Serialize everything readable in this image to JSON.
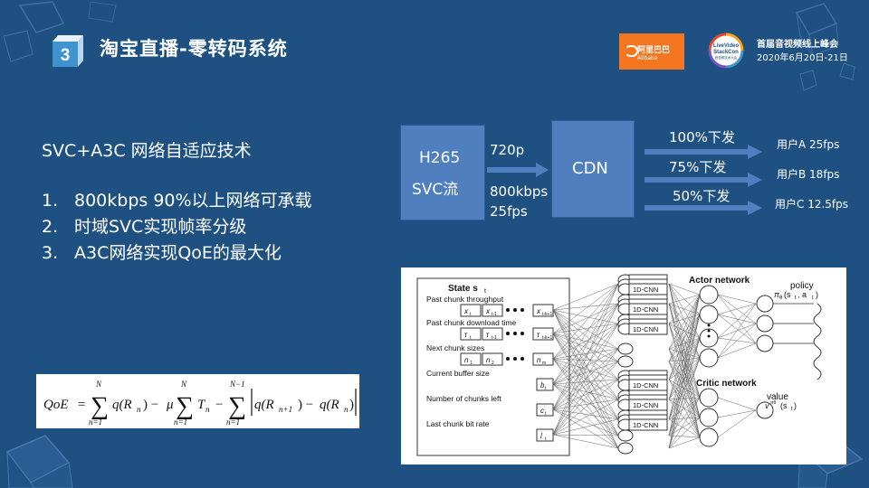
{
  "slide": {
    "number": "3",
    "title": "淘宝直播-零转码系统",
    "section_heading": "SVC+A3C 网络自适应技术",
    "points": [
      {
        "num": "1.",
        "text": "800kbps 90%以上网络可承载"
      },
      {
        "num": "2.",
        "text": "时域SVC实现帧率分级"
      },
      {
        "num": "3.",
        "text": "A3C网络实现QoE的最大化"
      }
    ]
  },
  "header": {
    "alibaba_logo": {
      "cn": "阿里巴巴",
      "en": "Alibaba"
    },
    "livevideo_logo": {
      "line1": "LiveVideo",
      "line2": "StackCon",
      "line3": "音视频技术大会"
    },
    "conference_title": "首届音视频线上峰会",
    "conference_date": "2020年6月20日-21日"
  },
  "flow": {
    "source_line1": "H265",
    "source_line2": "SVC流",
    "resolution": "720p",
    "bitrate": "800kbps",
    "framerate": "25fps",
    "cdn": "CDN",
    "branches": [
      {
        "label": "100%下发",
        "user": "用户A 25fps"
      },
      {
        "label": "75%下发",
        "user": "用户B 18fps"
      },
      {
        "label": "50%下发",
        "user": "用户C 12.5fps"
      }
    ]
  },
  "formula": {
    "qoe": "QoE",
    "sum": "∑",
    "top1": "N",
    "top2": "N",
    "top3": "N−1",
    "bottom": "n=1",
    "term1": "q(R",
    "sub1": "n",
    "mu": "μ",
    "tn": "T",
    "qnext": "q(R",
    "subnext": "n+1"
  },
  "network": {
    "state_title": "State s",
    "state_sub": "t",
    "inputs": [
      {
        "label": "Past chunk throughput",
        "cells": [
          "x",
          "x",
          "x"
        ],
        "subs": [
          "t",
          "t-1",
          "t-k+1"
        ]
      },
      {
        "label": "Past chunk download time",
        "cells": [
          "τ",
          "τ",
          "τ"
        ],
        "subs": [
          "t",
          "t-1",
          "t-k+1"
        ]
      },
      {
        "label": "Next chunk sizes",
        "cells": [
          "n",
          "n",
          "n"
        ],
        "subs": [
          "1",
          "2",
          "m"
        ]
      },
      {
        "label": "Current buffer size",
        "cells": [
          "b"
        ],
        "subs": [
          "t"
        ]
      },
      {
        "label": "Number of chunks left",
        "cells": [
          "c"
        ],
        "subs": [
          "t"
        ]
      },
      {
        "label": "Last chunk bit rate",
        "cells": [
          "l"
        ],
        "subs": [
          "t"
        ]
      }
    ],
    "cnn_label": "1D-CNN",
    "actor": "Actor network",
    "critic": "Critic network",
    "policy": "policy",
    "policy_expr": "π",
    "policy_sub": "θ",
    "policy_args": "(s",
    "policy_args2": ", a",
    "value": "value",
    "value_expr": "v",
    "value_sup": "πθ",
    "value_args": "(s"
  }
}
